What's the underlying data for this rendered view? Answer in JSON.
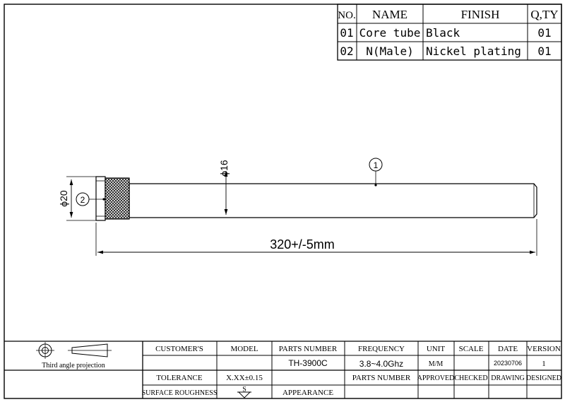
{
  "parts_table": {
    "headers": {
      "no": "NO.",
      "name": "NAME",
      "finish": "FINISH",
      "qty": "Q,TY"
    },
    "rows": [
      {
        "no": "01",
        "name": "Core tube",
        "finish": "Black",
        "qty": "01"
      },
      {
        "no": "02",
        "name": "N(Male)",
        "finish": "Nickel plating",
        "qty": "01"
      }
    ]
  },
  "drawing": {
    "dim_length": "320+/-5mm",
    "dim_tube_diameter": "ϕ16",
    "dim_connector_diameter": "ϕ20",
    "balloon_tube": "1",
    "balloon_connector": "2"
  },
  "title_block": {
    "projection_label": "Third angle projection",
    "headers": {
      "customers": "CUSTOMER'S",
      "model": "MODEL",
      "parts_number": "PARTS NUMBER",
      "frequency": "FREQUENCY",
      "unit": "UNIT",
      "scale": "SCALE",
      "date": "DATE",
      "version": "VERSION"
    },
    "values": {
      "customers": "",
      "model": "",
      "parts_number": "TH-3900C",
      "frequency": "3.8~4.0Ghz",
      "unit": "M/M",
      "scale": "",
      "date": "20230706",
      "version": "1"
    },
    "tolerance_label": "TOLERANCE",
    "tolerance_value": "X.XX±0.15",
    "roughness_label": "SURFACE ROUGHNESS",
    "roughness_symbol": "S",
    "appearance_label": "APPEARANCE",
    "parts_number_label": "PARTS NUMBER",
    "approved_label": "APPROVED",
    "checked_label": "CHECKED",
    "drawing_label": "DRAWING",
    "designed_label": "DESIGNED"
  }
}
